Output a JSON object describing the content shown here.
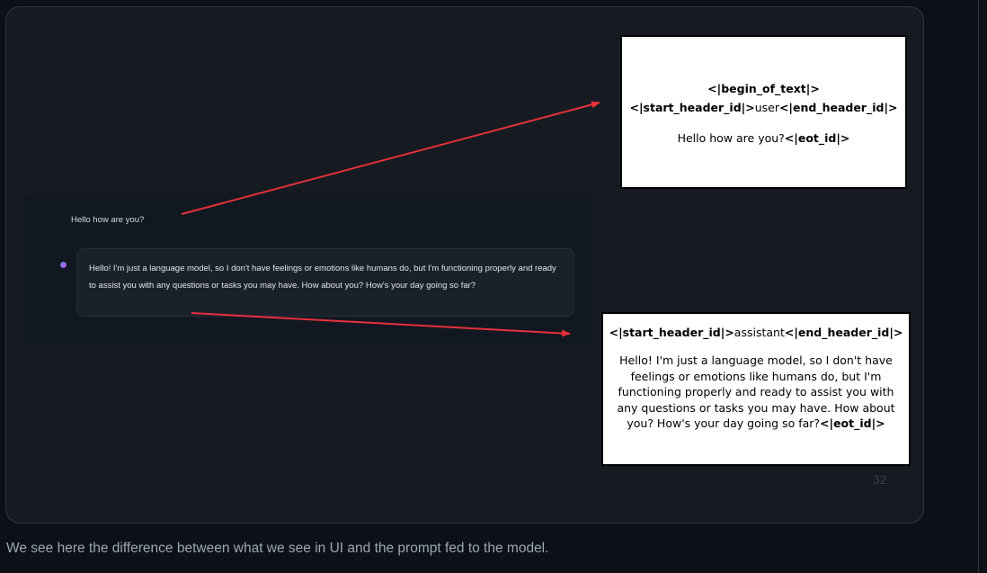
{
  "slide": {
    "page_number": "32",
    "chat": {
      "user_message": "Hello how are you?",
      "assistant_message": "Hello! I'm just a language model, so I don't have feelings or emotions like humans do, but I'm functioning properly and ready to assist you with any questions or tasks you may have. How about you? How's your day going so far?"
    },
    "prompt_user": {
      "begin_token": "<|begin_of_text|>",
      "start_header": "<|start_header_id|>",
      "role": "user",
      "end_header": "<|end_header_id|>",
      "message": "Hello how are you?",
      "eot": "<|eot_id|>"
    },
    "prompt_assistant": {
      "start_header": "<|start_header_id|>",
      "role": "assistant",
      "end_header": "<|end_header_id|>",
      "message": "Hello! I'm just a language model, so I don't have feelings or emotions like humans do, but I'm functioning properly and ready to assist you with any questions or tasks you may have. How about you? How's your day going so far?",
      "eot": "<|eot_id|>"
    },
    "arrow_color": "#e8303a"
  },
  "caption": "We see here the difference between what we see in UI and the prompt fed to the model."
}
